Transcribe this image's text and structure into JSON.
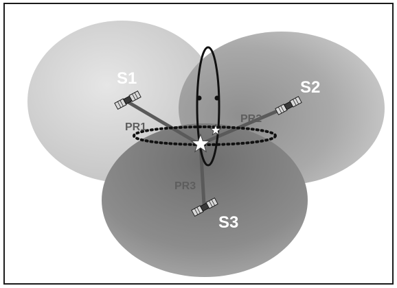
{
  "satellites": [
    {
      "label": "S1",
      "pseudorange_label": "PR1"
    },
    {
      "label": "S2",
      "pseudorange_label": "PR2"
    },
    {
      "label": "S3",
      "pseudorange_label": "PR3"
    }
  ],
  "colors": {
    "background": "#ffffff",
    "border": "#1a1a1a",
    "sphere_s1": "#cfcfcf",
    "sphere_s2": "#a5a5a5",
    "sphere_s3": "#8a8a8a",
    "range_lines": "#595959",
    "intersection_rings": "#111111",
    "sat_labels": "#ffffff",
    "pr_labels": "#5e5e5e"
  },
  "icons": {
    "satellite": "satellite-icon",
    "receiver_position": "star-icon",
    "alternate_solution": "star-icon"
  }
}
